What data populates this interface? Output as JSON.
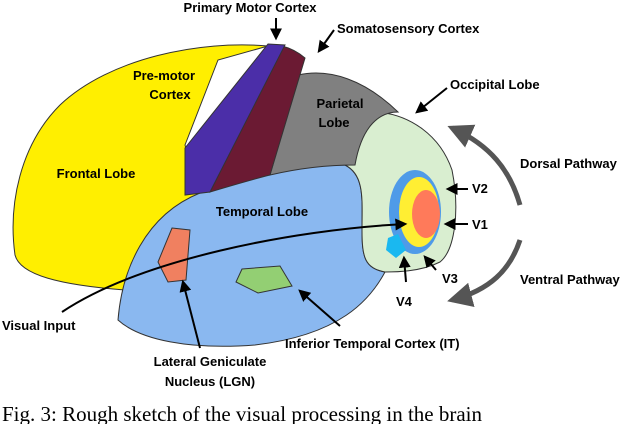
{
  "labels": {
    "primary_motor": "Primary Motor Cortex",
    "somatosensory": "Somatosensory Cortex",
    "premotor_line1": "Pre-motor",
    "premotor_line2": "Cortex",
    "occipital": "Occipital Lobe",
    "parietal_line1": "Parietal",
    "parietal_line2": "Lobe",
    "frontal": "Frontal Lobe",
    "dorsal": "Dorsal Pathway",
    "temporal": "Temporal Lobe",
    "v2": "V2",
    "v1": "V1",
    "v3": "V3",
    "v4": "V4",
    "ventral": "Ventral Pathway",
    "visual_input": "Visual Input",
    "it": "Inferior Temporal Cortex (IT)",
    "lgn_line1": "Lateral Geniculate",
    "lgn_line2": "Nucleus (LGN)"
  },
  "caption": "Fig. 3:  Rough sketch of the visual processing in the brain",
  "colors": {
    "frontal": "#ffef00",
    "premotor": "#4b2ea8",
    "somatosensory": "#6b1a33",
    "parietal": "#808080",
    "occipital": "#d9eed0",
    "temporal": "#8ab8f0",
    "lgn": "#f08060",
    "it": "#93cf73",
    "v2_outer": "#4f9be8",
    "v2": "#ffee33",
    "v1": "#ff7a5a",
    "v4": "#1ab8f0",
    "pathway_arrow": "#555555"
  }
}
